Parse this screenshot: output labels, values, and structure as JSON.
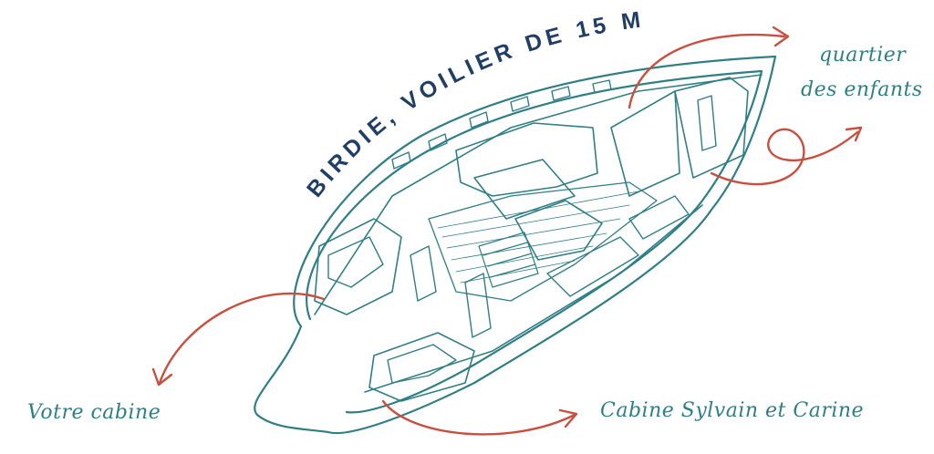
{
  "title": "BIRDIE, VOILIER DE 15 M",
  "labels": {
    "kids_quarters_line1": "quartier",
    "kids_quarters_line2": "des enfants",
    "your_cabin": "Votre cabine",
    "owners_cabin": "Cabine Sylvain et Carine"
  },
  "colors": {
    "boat_line": "#2f7f86",
    "arrow": "#c9503f",
    "title": "#203e66",
    "label": "#2f7f86"
  }
}
